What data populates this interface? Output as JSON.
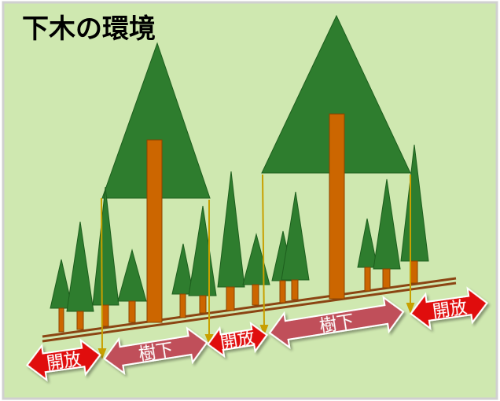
{
  "title": "下木の環境",
  "labels": {
    "open_left": "開放",
    "under_left": "樹下",
    "open_middle": "開放",
    "under_right": "樹下",
    "open_right": "開放"
  },
  "colors": {
    "background": "#cfe8b0",
    "border": "#d0d0d0",
    "foliage": "#2e7d2e",
    "trunk": "#cc6600",
    "ground": "#8b4513",
    "guide": "#c8a000",
    "open_arrow": "#e01010",
    "under_arrow": "#c0505a",
    "arrow_text": "#ffffff",
    "title_text": "#000000"
  }
}
